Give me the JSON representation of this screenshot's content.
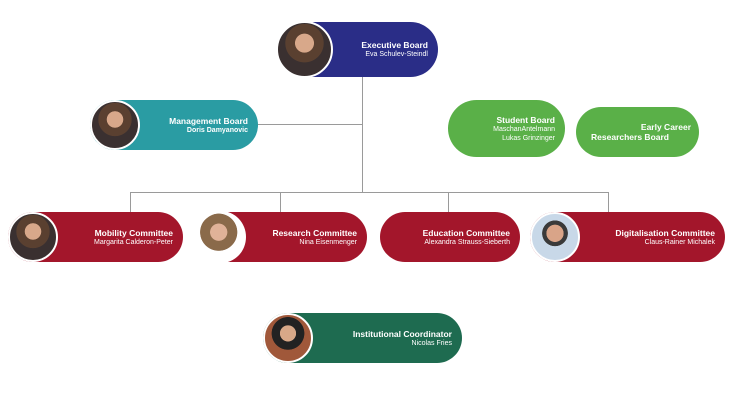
{
  "colors": {
    "executive": "#2a2d87",
    "management": "#2a9ca3",
    "committee": "#a3162b",
    "board": "#5ab048",
    "coordinator": "#1e6b50"
  },
  "executive": {
    "title": "Executive Board",
    "name": "Eva Schulev-Steindl"
  },
  "management": {
    "title": "Management Board",
    "name": "Doris Damyanovic"
  },
  "student": {
    "title": "Student Board",
    "names": [
      "MaschanAntelmann",
      "Lukas Grinzinger"
    ]
  },
  "ecr": {
    "title_lines": [
      "Early Career",
      "Researchers Board"
    ]
  },
  "committees": [
    {
      "title": "Mobility Committee",
      "name": "Margarita Calderon-Peter"
    },
    {
      "title": "Research Committee",
      "name": "Nina Eisenmenger"
    },
    {
      "title": "Education Committee",
      "name": "Alexandra Strauss-Sieberth"
    },
    {
      "title": "Digitalisation Committee",
      "name": "Claus-Rainer Michalek"
    }
  ],
  "coordinator": {
    "title": "Institutional Coordinator",
    "name": "Nicolas Fries"
  }
}
